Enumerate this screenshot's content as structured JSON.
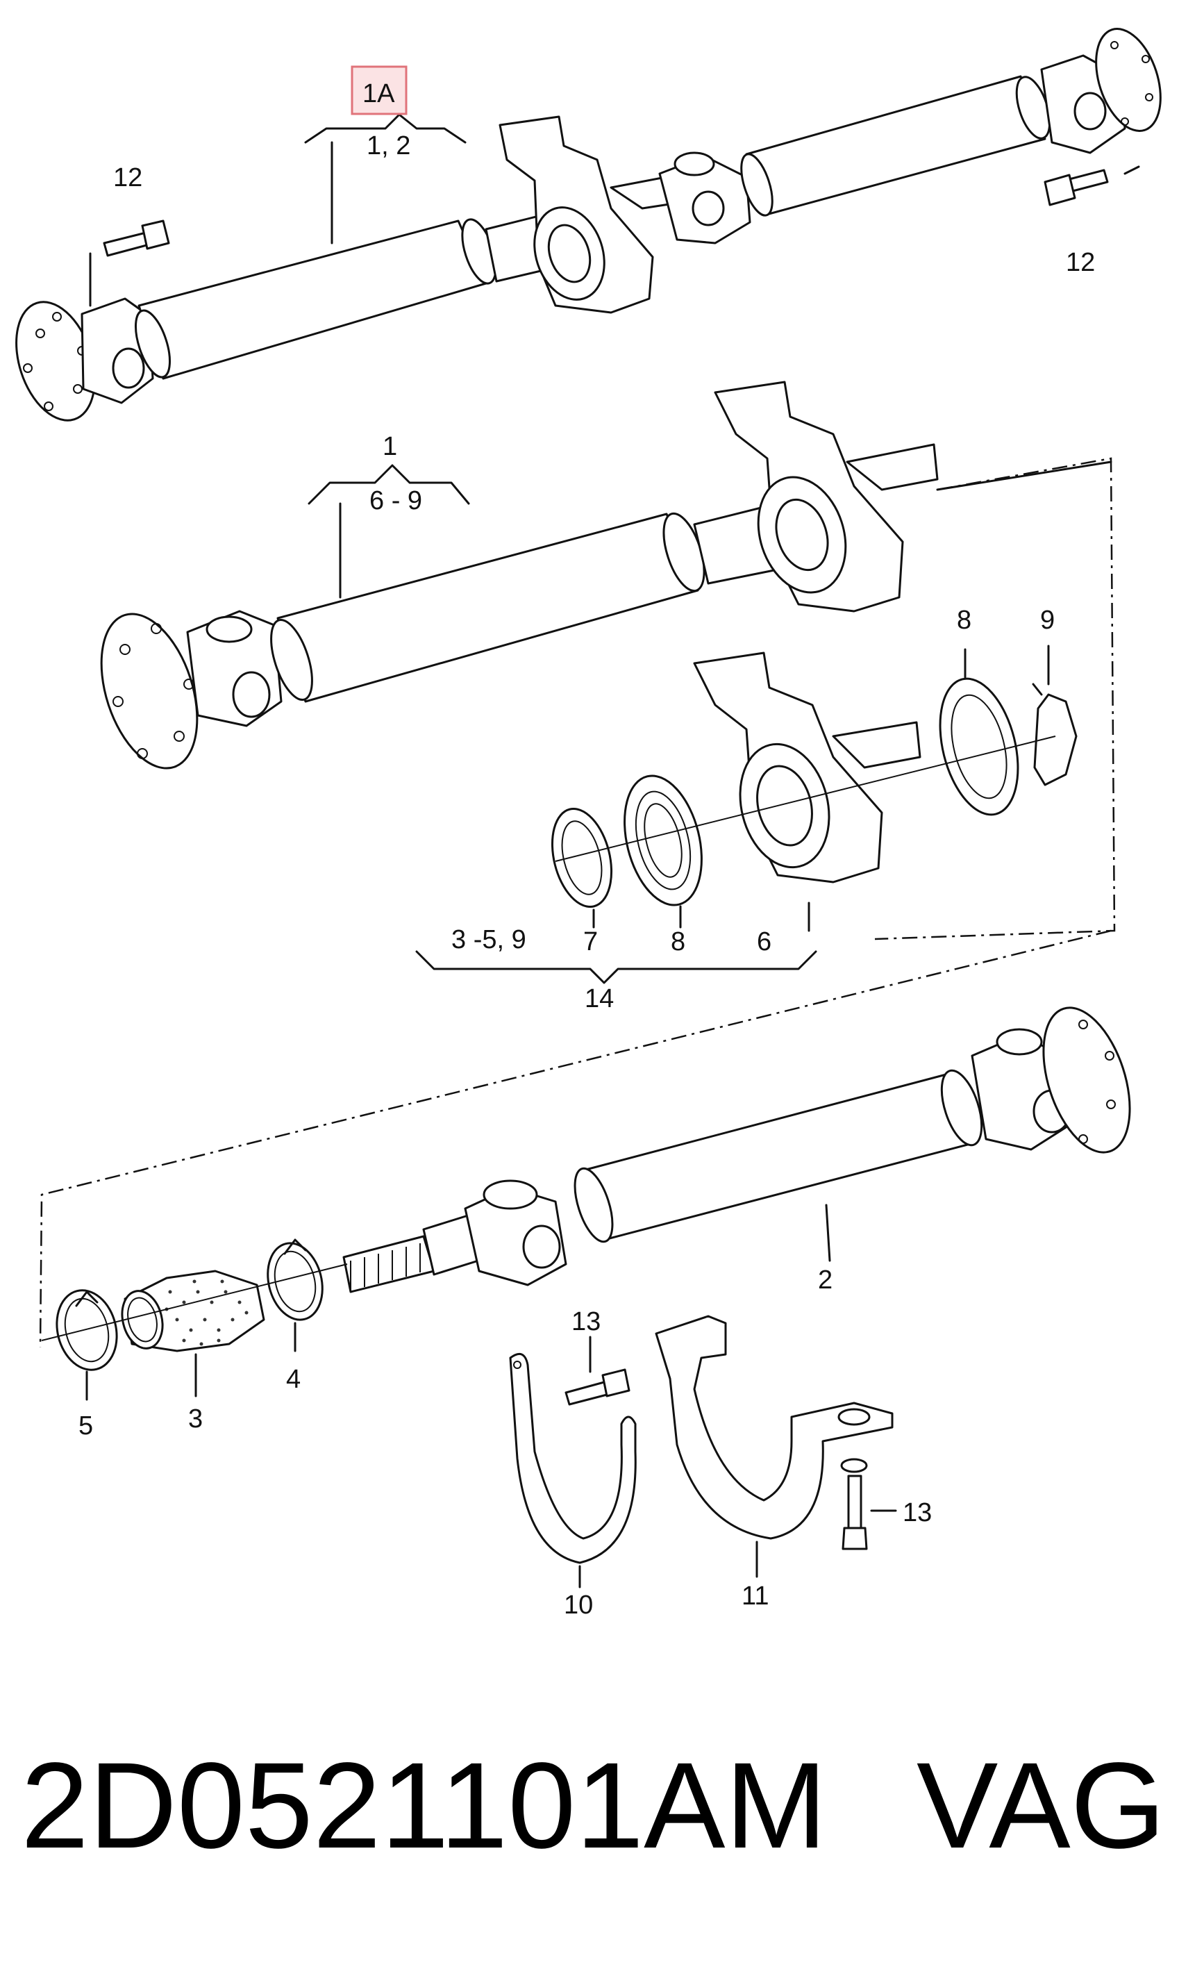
{
  "diagram": {
    "callouts": {
      "label_1A": "1A",
      "group_1_2": "1,  2",
      "label_12_left": "12",
      "label_12_right": "12",
      "label_1": "1",
      "group_6_9": "6 - 9",
      "label_8_top": "8",
      "label_9_top": "9",
      "group_3_5_9": "3 -5,  9",
      "label_7": "7",
      "label_8_bottom": "8",
      "label_6": "6",
      "label_14": "14",
      "label_2": "2",
      "label_13_top": "13",
      "label_13_right": "13",
      "label_5": "5",
      "label_3": "3",
      "label_4": "4",
      "label_10": "10",
      "label_11": "11"
    },
    "highlight_color": "#e0737a"
  },
  "footer": {
    "part_number": "2D0521101AM",
    "brand": "VAG"
  }
}
